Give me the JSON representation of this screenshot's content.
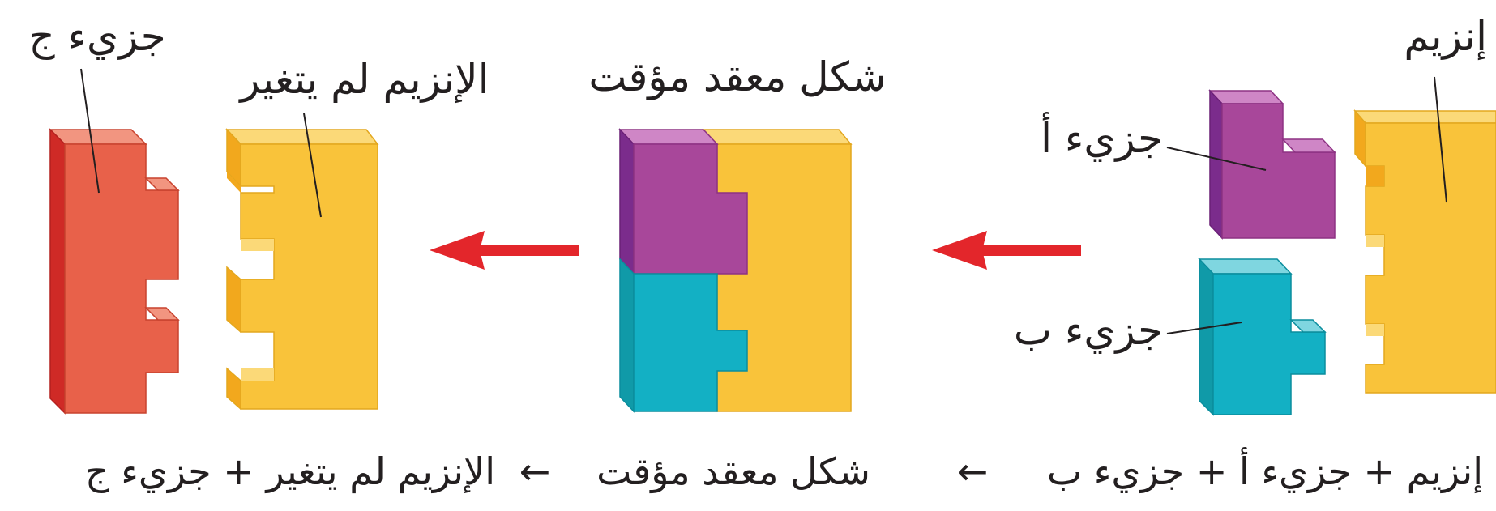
{
  "labels": {
    "enzyme": "إنزيم",
    "molecule_a": "جزيء أ",
    "molecule_b": "جزيء ب",
    "complex": "شكل معقد مؤقت",
    "enzyme_unchanged": "الإنزيم لم يتغير",
    "molecule_c": "جزيء ج"
  },
  "equation": {
    "reactants": "إنزيم + جزيء أ + جزيء ب",
    "arrow1": "←",
    "intermediate": "شكل معقد مؤقت",
    "arrow2": "←",
    "products": "الإنزيم لم يتغير + جزيء ج"
  },
  "colors": {
    "enzyme_yellow": "#f9c33a",
    "molecule_a_purple": "#a8479a",
    "molecule_b_cyan": "#13b0c4",
    "molecule_c_red": "#e8614a",
    "arrow_red": "#e3262b"
  }
}
